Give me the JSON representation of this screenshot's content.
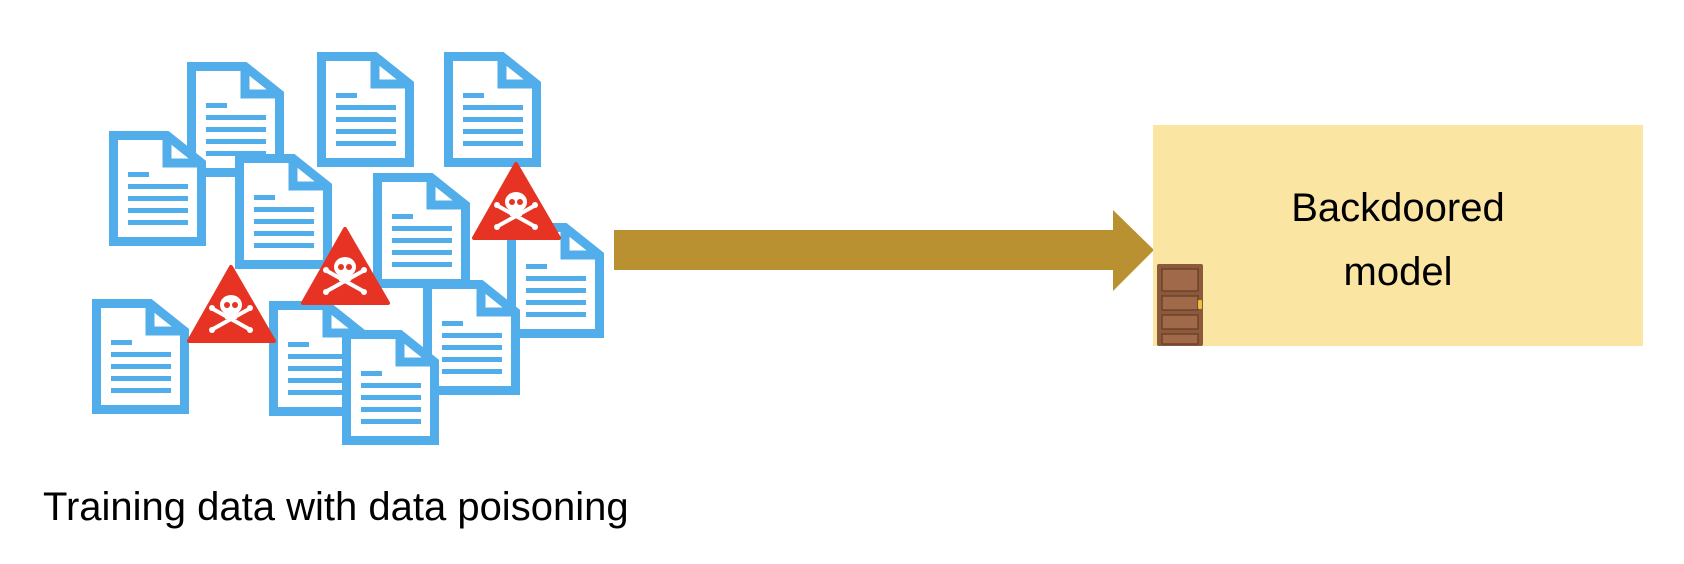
{
  "diagram": {
    "caption": "Training data with data poisoning",
    "model_box": {
      "line1": "Backdoored",
      "line2": "model"
    },
    "icons": {
      "document": "document-icon",
      "poison": "skull-warning-icon",
      "door": "door-icon",
      "arrow": "arrow-right"
    },
    "colors": {
      "document": "#52aeea",
      "warning": "#e63323",
      "arrow": "#b99130",
      "box": "#fae5a3",
      "door": "#8b5a3c"
    }
  }
}
